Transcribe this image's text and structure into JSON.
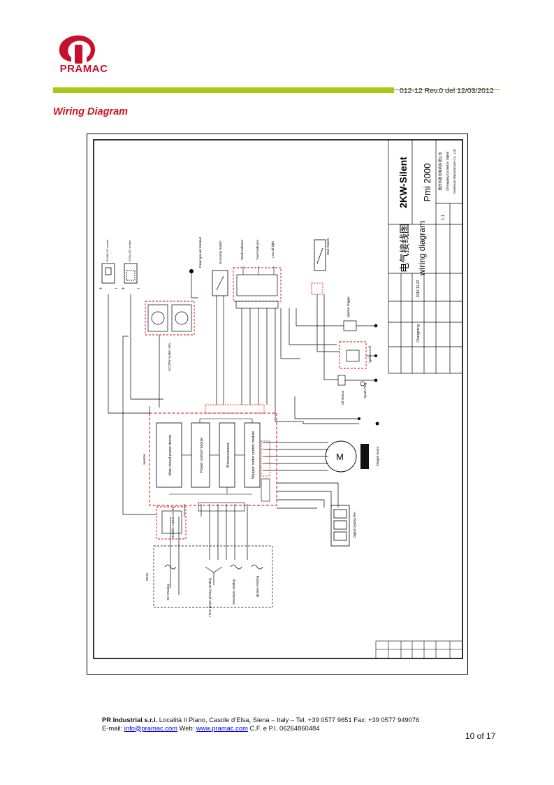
{
  "header": {
    "logo_text": "PRAMAC",
    "doc_ref": "012-12 Rev.0 del  12/03/2012",
    "brand_red": "#c8102e",
    "rule_green": "#a8c814"
  },
  "page_title": "Wiring Diagram",
  "diagram": {
    "title_block": {
      "model": "2KW-Silent",
      "model_code": "Pmi 2000",
      "drawing_name_cn": "电气接线图",
      "drawing_name_en": "wiring diagram",
      "company_cn": "重庆科勇发电机有限公司",
      "company_en_1": "Chongqing DaJiaBao Digital",
      "company_en_2": "Generator Manufacture Co., Ltd.",
      "scale": "1:1",
      "date": "2016.11.22",
      "drawn_by": "Changming"
    },
    "labels": {
      "inverter": "Inverter",
      "main_circuit": "Main circuit power device",
      "power_control": "Power control module",
      "micro": "Microprocessor",
      "stepper_ctrl": "Stepper motor control module",
      "rectifier": "Rectifier module AC-DC",
      "motor": "Motor",
      "dc_winding": "DC Winding",
      "three_phase": "Three-phase primary winding",
      "secondary": "Secondary winding",
      "ignition_winding": "Ignition Winding",
      "stepper_motor": "Stepper motor",
      "digital_display": "Digital Display WH",
      "economy_switch": "Economy Switch",
      "start_switch": "Start Switch",
      "work_indicator": "Work Indicator",
      "fault_indicator": "Fault Indicator",
      "low_oil_light": "Low oil light",
      "ignition_trigger": "Ignition Trigger",
      "ignition_coil": "Ignition Coil",
      "spark_plug": "Spark Plug",
      "oil_sensor": "Oil Sensor",
      "panel_ground": "Panel ground terminal",
      "socket_ac": "AC230V socket 16A",
      "dc_socket_1": "12V/8A DC socket",
      "dc_socket_2": "5V/2A DC socket",
      "m": "M",
      "plus": "+",
      "minus": "−"
    }
  },
  "footer": {
    "company": "PR Industrial s.r.l.",
    "address": " Località Il Piano, Casole d’Elsa, Siena – Italy – Tel. +39 0577 9651   Fax: +39 0577 949076",
    "email_label": "E-mail: ",
    "email": "info@pramac.com",
    "web_label": " Web: ",
    "web": "www.pramac.com",
    "vat": " C.F. e P.I. 06264860484"
  },
  "page_number": "10 of 17"
}
